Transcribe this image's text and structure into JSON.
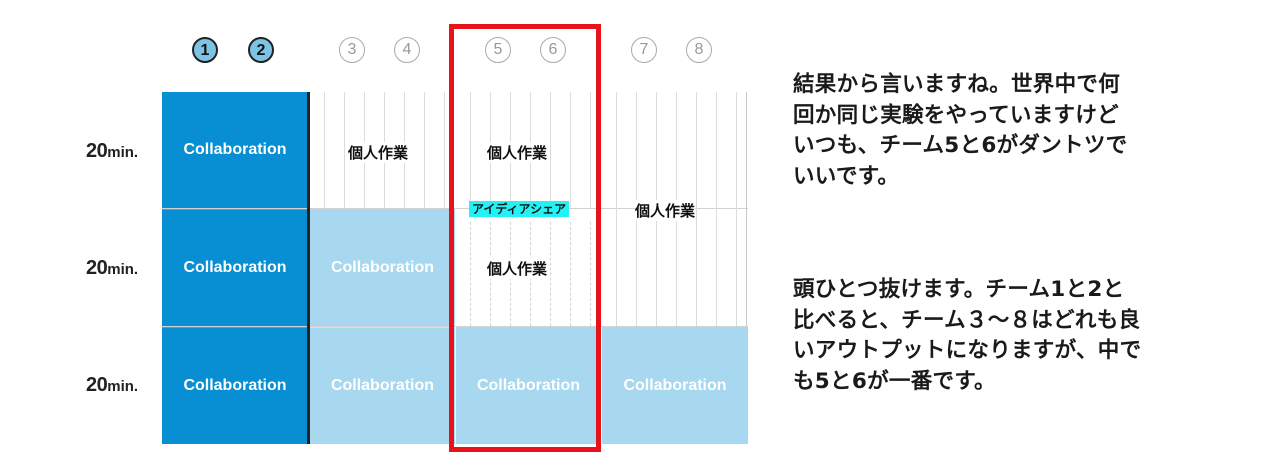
{
  "teams": [
    "1",
    "2",
    "3",
    "4",
    "5",
    "6",
    "7",
    "8"
  ],
  "rows": [
    {
      "num": "20",
      "unit": "min."
    },
    {
      "num": "20",
      "unit": "min."
    },
    {
      "num": "20",
      "unit": "min."
    }
  ],
  "collab_label": "Collaboration",
  "individual_label": "個人作業",
  "idea_share_label": "アイディアシェア",
  "description": [
    "結果から言いますね。世界中で何",
    "回か同じ実験をやっていますけど",
    "いつも、チーム5と6がダントツで",
    "いいです。",
    "",
    "頭ひとつ抜けます。チーム1と2と",
    "比べると、チーム３〜８はどれも良",
    "いアウトプットになりますが、中で",
    "も5と6が一番です。"
  ],
  "colors": {
    "collab_dark": "#078ed3",
    "collab_light": "#a7d8ef",
    "highlight_box": "#e8131a",
    "idea_highlight": "#22f2f5"
  }
}
